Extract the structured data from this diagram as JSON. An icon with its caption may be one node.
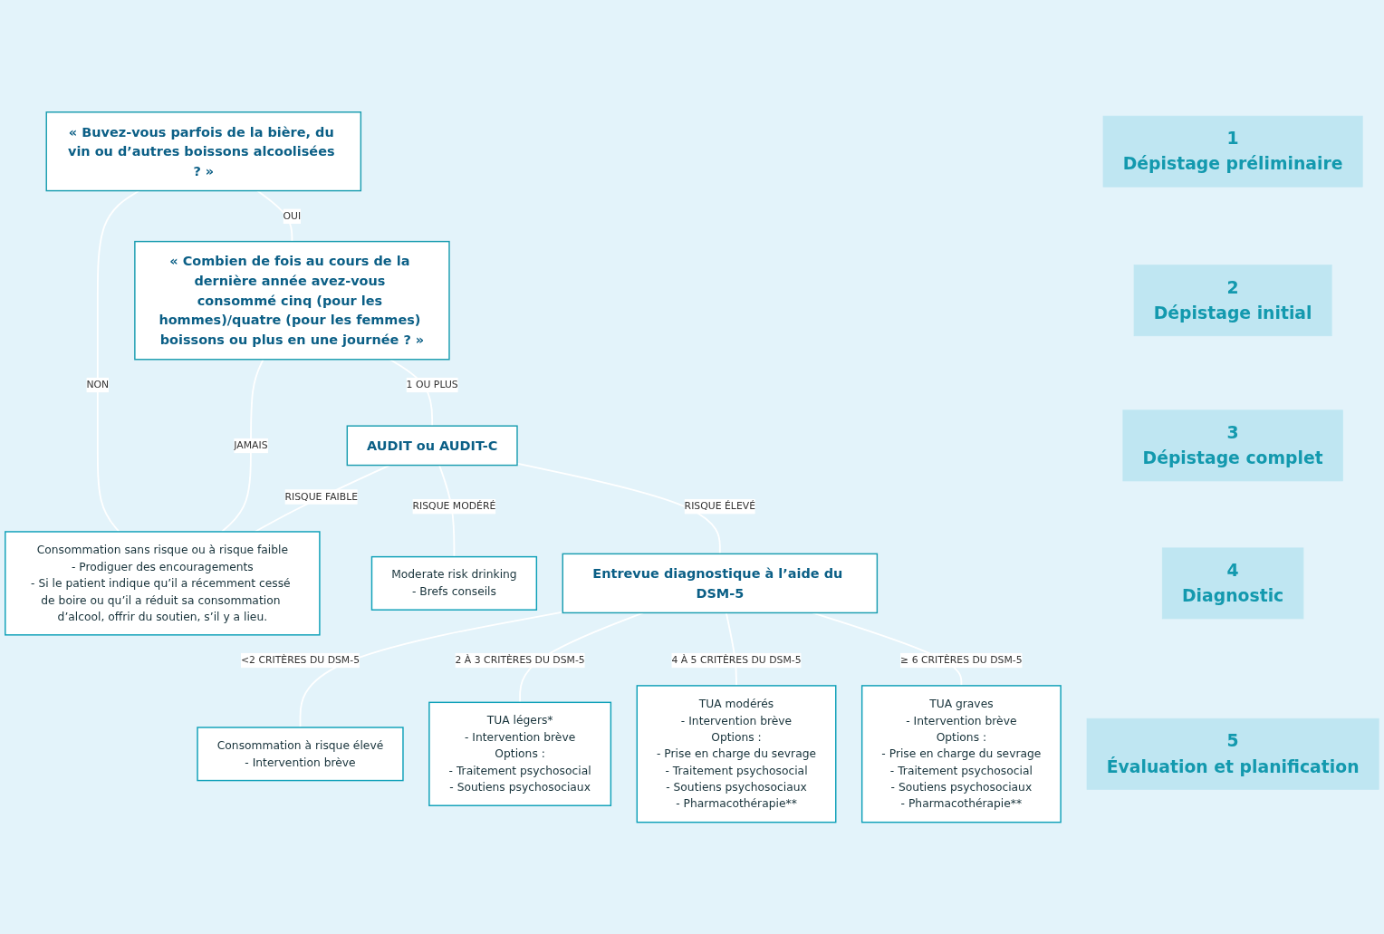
{
  "diagram": {
    "nodes": [
      {
        "text": [
          "1",
          "Dépistage préliminaire"
        ]
      },
      {
        "text": [
          "« Buvez-vous parfois de la bière, du vin ou d’autres boissons alcoolisées ? »"
        ]
      },
      {
        "text": [
          "2",
          "Dépistage initial"
        ]
      },
      {
        "text": [
          "« Combien de fois au cours de la dernière année avez-vous consommé cinq (pour les hommes)/quatre (pour les femmes) boissons ou plus en une journée ? »"
        ]
      },
      {
        "text": [
          "Consommation sans risque ou à risque faible",
          "- Prodiguer des encouragements",
          "- Si le patient indique qu’il a récemment cessé de boire ou qu’il a réduit sa consommation d’alcool, offrir du soutien, s’il y a lieu."
        ]
      },
      {
        "text": [
          "3",
          "Dépistage complet"
        ]
      },
      {
        "text": [
          "AUDIT ou AUDIT-C"
        ]
      },
      {
        "text": [
          "Moderate risk drinking",
          "- Brefs conseils"
        ]
      },
      {
        "text": [
          "4",
          "Diagnostic"
        ]
      },
      {
        "text": [
          "Entrevue diagnostique à l’aide du DSM-5"
        ]
      },
      {
        "text": [
          "5",
          "Évaluation et planification"
        ]
      },
      {
        "text": [
          "Consommation à risque élevé",
          "- Intervention brève"
        ]
      },
      {
        "text": [
          "TUA légers*",
          "- Intervention brève",
          "Options :",
          "- Traitement psychosocial",
          "- Soutiens psychosociaux"
        ]
      },
      {
        "text": [
          "TUA modérés",
          "- Intervention brève",
          "Options :",
          "- Prise en charge du sevrage",
          "- Traitement psychosocial",
          "- Soutiens psychosociaux",
          "- Pharmacothérapie**"
        ]
      },
      {
        "text": [
          "TUA graves",
          "- Intervention brève",
          "Options :",
          "- Prise en charge du sevrage",
          "- Traitement psychosocial",
          "- Soutiens psychosociaux",
          "- Pharmacothérapie**"
        ]
      }
    ],
    "edges": [
      {
        "from": 1,
        "to": 4,
        "arrow": "none",
        "label": "NON"
      },
      {
        "from": 1,
        "to": 3,
        "arrow": "none",
        "label": "OUI"
      },
      {
        "from": 3,
        "to": 4,
        "arrow": "none",
        "label": "JAMAIS"
      },
      {
        "from": 3,
        "to": 6,
        "arrow": "none",
        "label": "1 OU PLUS"
      },
      {
        "from": 6,
        "to": 4,
        "arrow": "none",
        "label": "RISQUE FAIBLE"
      },
      {
        "from": 6,
        "to": 7,
        "arrow": "none",
        "label": "RISQUE MODÉRÉ"
      },
      {
        "from": 6,
        "to": 9,
        "arrow": "none",
        "label": "RISQUE ÉLEVÉ"
      },
      {
        "from": 9,
        "to": 11,
        "arrow": "none",
        "label": "<2 CRITÈRES DU DSM-5"
      },
      {
        "from": 9,
        "to": 12,
        "arrow": "none",
        "label": "2 À 3 CRITÈRES DU DSM-5"
      },
      {
        "from": 9,
        "to": 13,
        "arrow": "none",
        "label": "4 À 5 CRITÈRES DU DSM-5"
      },
      {
        "from": 9,
        "to": 14,
        "arrow": "none",
        "label": "≥ 6 CRITÈRES DU DSM-5"
      }
    ]
  }
}
